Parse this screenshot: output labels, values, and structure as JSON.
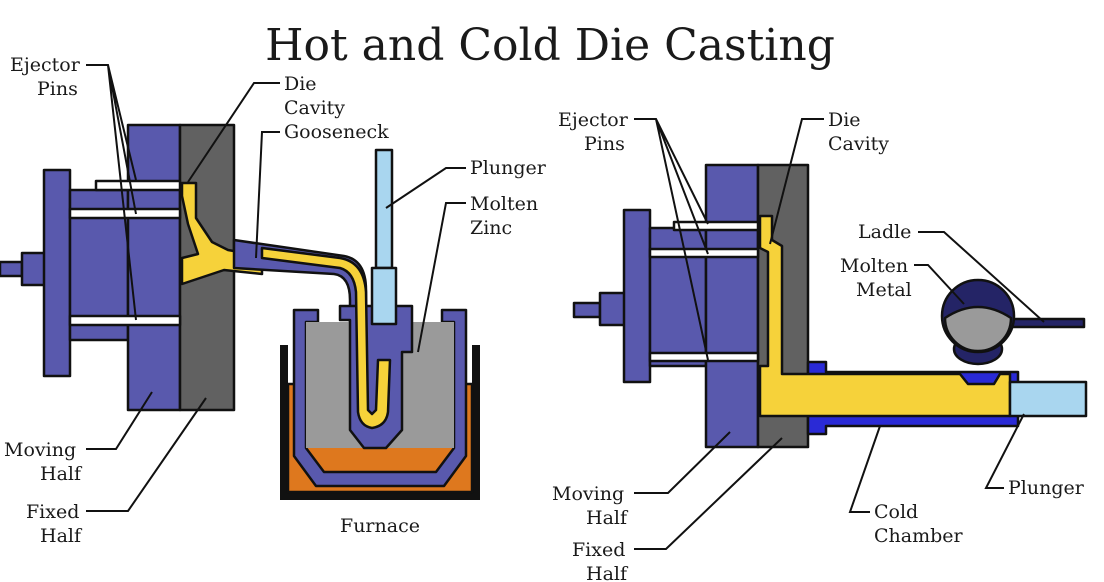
{
  "title": "Hot and Cold Die Casting",
  "colors": {
    "die_blue": "#5959ad",
    "die_gray": "#616161",
    "molten_metal": "#f6d23a",
    "molten_zinc": "#9a9a9a",
    "furnace": "#de781e",
    "plunger": "#a9d6ef",
    "cold_chamber": "#2a2ad6",
    "ladle": "#242466"
  },
  "hot_chamber": {
    "ejector_pins": [
      "Ejector",
      "Pins"
    ],
    "die_cavity": [
      "Die",
      "Cavity"
    ],
    "gooseneck": "Gooseneck",
    "plunger": "Plunger",
    "molten_zinc": [
      "Molten",
      "Zinc"
    ],
    "moving_half": [
      "Moving",
      "Half"
    ],
    "fixed_half": [
      "Fixed",
      "Half"
    ],
    "furnace": "Furnace"
  },
  "cold_chamber": {
    "ejector_pins": [
      "Ejector",
      "Pins"
    ],
    "die_cavity": [
      "Die",
      "Cavity"
    ],
    "ladle": "Ladle",
    "molten_metal": [
      "Molten",
      "Metal"
    ],
    "moving_half": [
      "Moving",
      "Half"
    ],
    "fixed_half": [
      "Fixed",
      "Half"
    ],
    "plunger": "Plunger",
    "cold_chamber": [
      "Cold",
      "Chamber"
    ]
  }
}
